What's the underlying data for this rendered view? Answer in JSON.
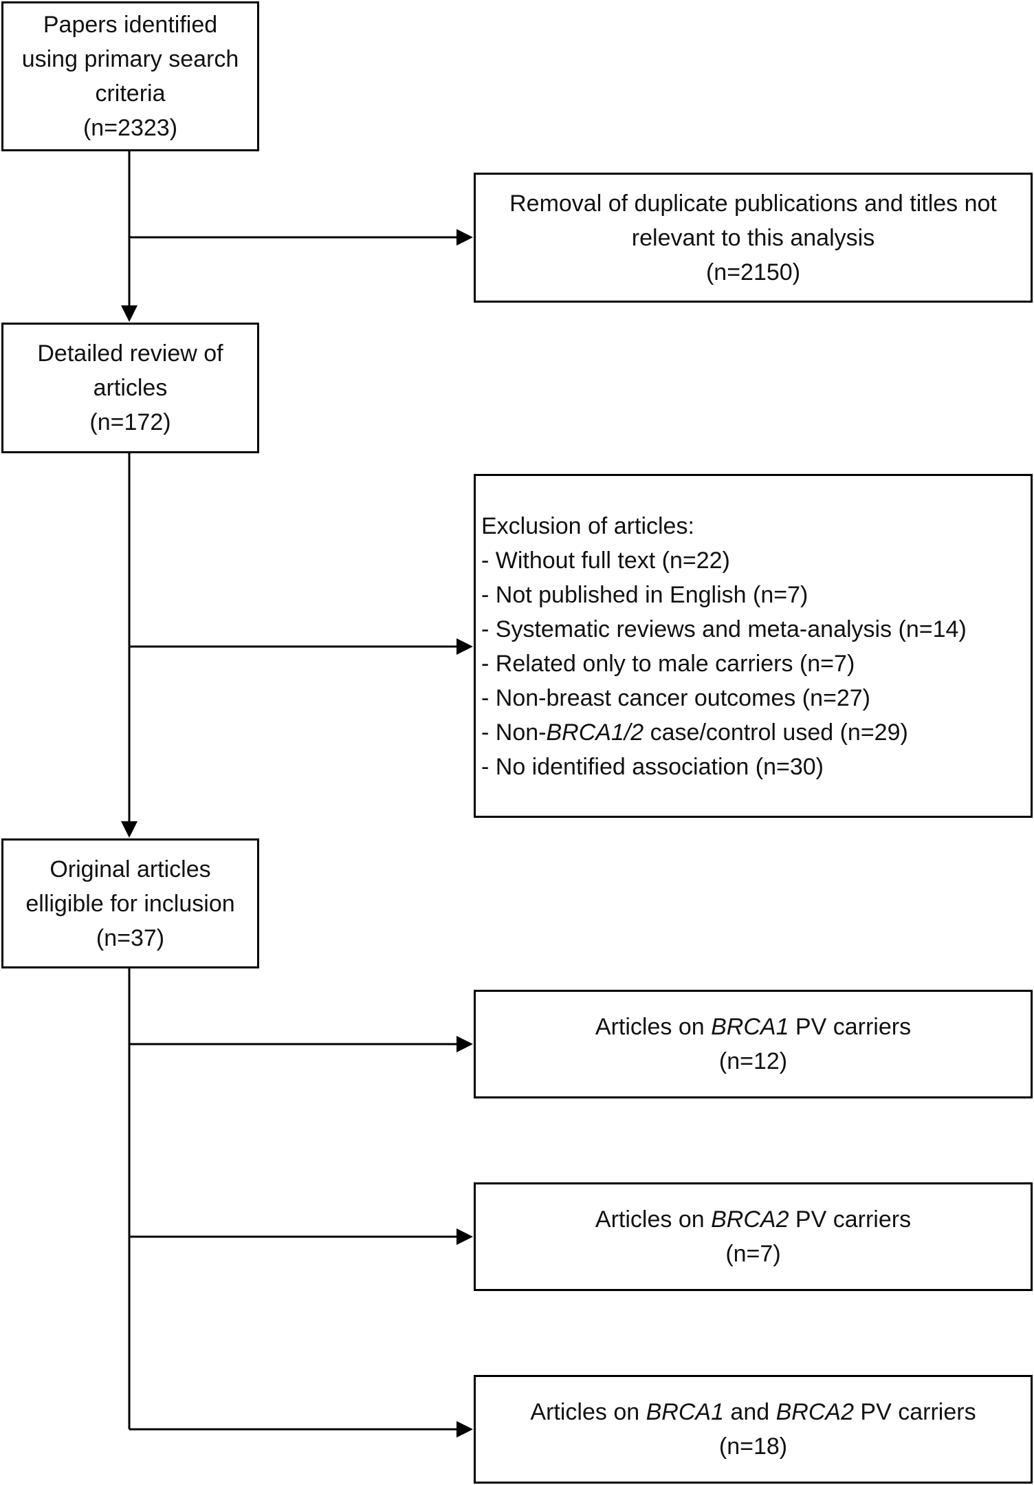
{
  "boxes": {
    "identified": {
      "lines": [
        "Papers identified",
        "using primary search",
        "criteria",
        "(n=2323)"
      ]
    },
    "duplicates": {
      "lines": [
        "Removal of duplicate publications and titles not",
        "relevant to this analysis",
        "(n=2150)"
      ]
    },
    "review": {
      "lines": [
        "Detailed review of",
        "articles",
        "(n=172)"
      ]
    },
    "exclusion": {
      "heading": "Exclusion of articles:",
      "items": [
        "- Without full text (n=22)",
        "- Not published in English (n=7)",
        "- Systematic reviews and meta-analysis (n=14)",
        "- Related only to male carriers (n=7)",
        "- Non-breast cancer outcomes (n=27)"
      ],
      "item_brca": {
        "prefix": "- Non-",
        "gene": "BRCA1/2",
        "suffix": " case/control used (n=29)"
      },
      "item_last": "- No identified association (n=30)"
    },
    "eligible": {
      "lines": [
        "Original articles",
        "elligible for inclusion",
        "(n=37)"
      ]
    },
    "brca1": {
      "prefix": "Articles on ",
      "gene": "BRCA1",
      "suffix": " PV carriers",
      "count": "(n=12)"
    },
    "brca2": {
      "prefix": "Articles on ",
      "gene": "BRCA2",
      "suffix": " PV carriers",
      "count": "(n=7)"
    },
    "both": {
      "prefix": "Articles on ",
      "gene1": "BRCA1",
      "middle": " and ",
      "gene2": "BRCA2",
      "suffix": " PV carriers",
      "count": "(n=18)"
    }
  }
}
